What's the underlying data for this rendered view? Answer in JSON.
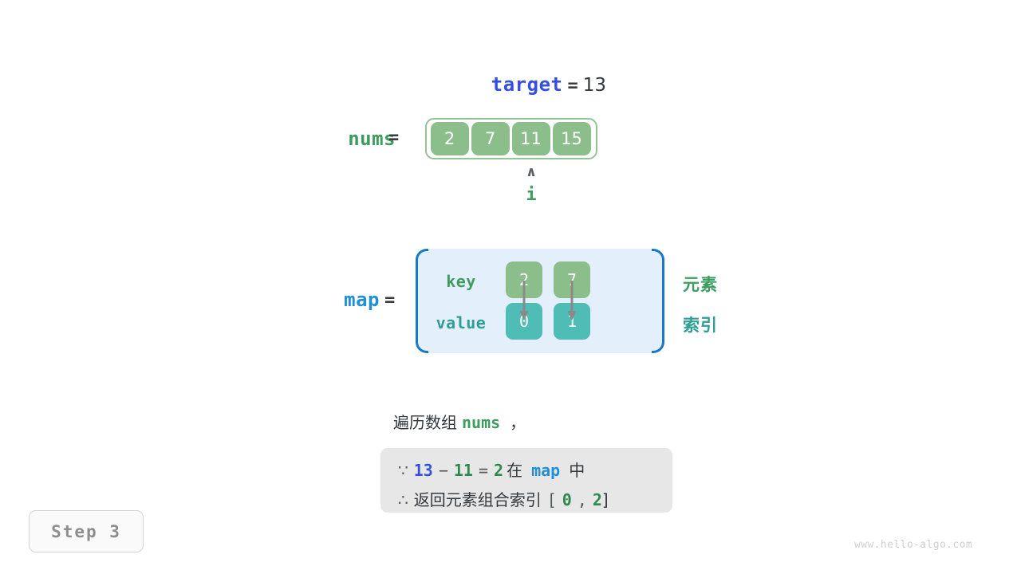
{
  "target": {
    "name": "target",
    "eq": "=",
    "value": "13"
  },
  "nums": {
    "name": "nums",
    "eq": "=",
    "values": [
      "2",
      "7",
      "11",
      "15"
    ],
    "pointer": {
      "caret": "∧",
      "label": "i",
      "index": 2
    }
  },
  "map": {
    "name": "map",
    "eq": "=",
    "row_labels": {
      "key": "key",
      "value": "value"
    },
    "entries": [
      {
        "key": "2",
        "value": "0"
      },
      {
        "key": "7",
        "value": "1"
      }
    ],
    "side_labels": {
      "key": "元素",
      "value": "索引"
    }
  },
  "caption": {
    "prefix": "遍历数组",
    "keyword": "nums",
    "suffix": "，"
  },
  "note": {
    "line1": {
      "symbol": "∵",
      "a": "13",
      "minus": "−",
      "b": "11",
      "equals": "=",
      "result": "2",
      "in": "在",
      "map": "map",
      "zhong": "中"
    },
    "line2": {
      "symbol": "∴",
      "text": "返回元素组合索引",
      "bracket_open": "[",
      "i0": "0",
      "comma": ",",
      "i1": "2",
      "bracket_close": "]"
    }
  },
  "step_badge": "Step 3",
  "watermark": "www.hello-algo.com",
  "colors": {
    "var_blue": "#3550e0",
    "map_blue": "#1f8fd8",
    "green": "#3e9c5f",
    "cell_green": "#8cbe8c",
    "cell_teal": "#4fbcb5",
    "map_bg": "#e3effa",
    "map_border": "#1878c8",
    "note_bg": "#e7e7e7",
    "arrow_gray": "#8a8a8a"
  }
}
